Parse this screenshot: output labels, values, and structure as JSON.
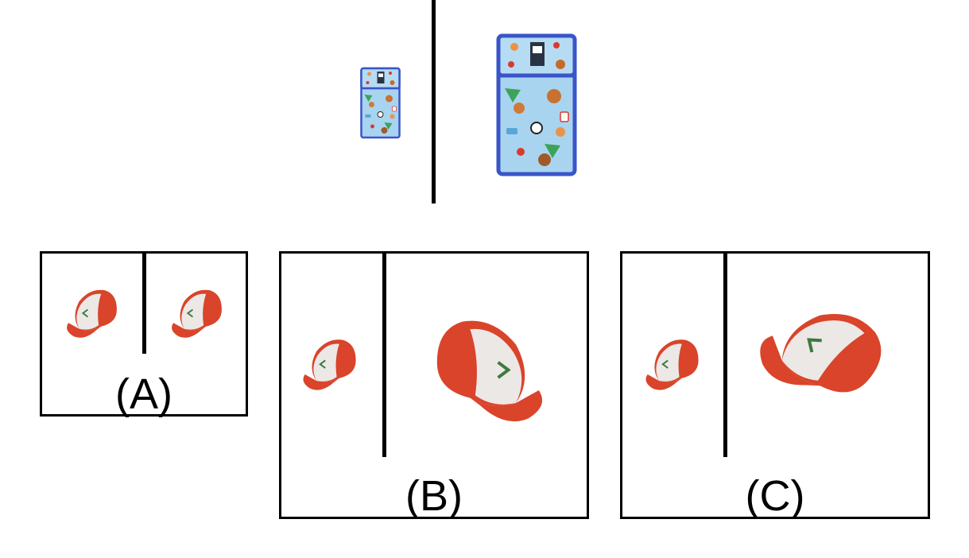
{
  "prompt": {
    "source_item": "lunch-bag-small",
    "target_item": "lunch-bag-large",
    "transformation": "scale-up"
  },
  "options": [
    {
      "id": "A",
      "label": "(A)",
      "source_item": "cap-small",
      "target_item": "cap-small"
    },
    {
      "id": "B",
      "label": "(B)",
      "source_item": "cap-small",
      "target_item": "cap-large-mirrored"
    },
    {
      "id": "C",
      "label": "(C)",
      "source_item": "cap-small",
      "target_item": "cap-large-rotated"
    }
  ],
  "colors": {
    "bag_body": "#a9d4f0",
    "bag_trim": "#3a55c8",
    "cap_red": "#d9442a",
    "cap_white": "#ece8e6",
    "cap_logo": "#3d7a3d"
  },
  "icons": [
    "lunch-bag-icon",
    "baseball-cap-icon"
  ]
}
